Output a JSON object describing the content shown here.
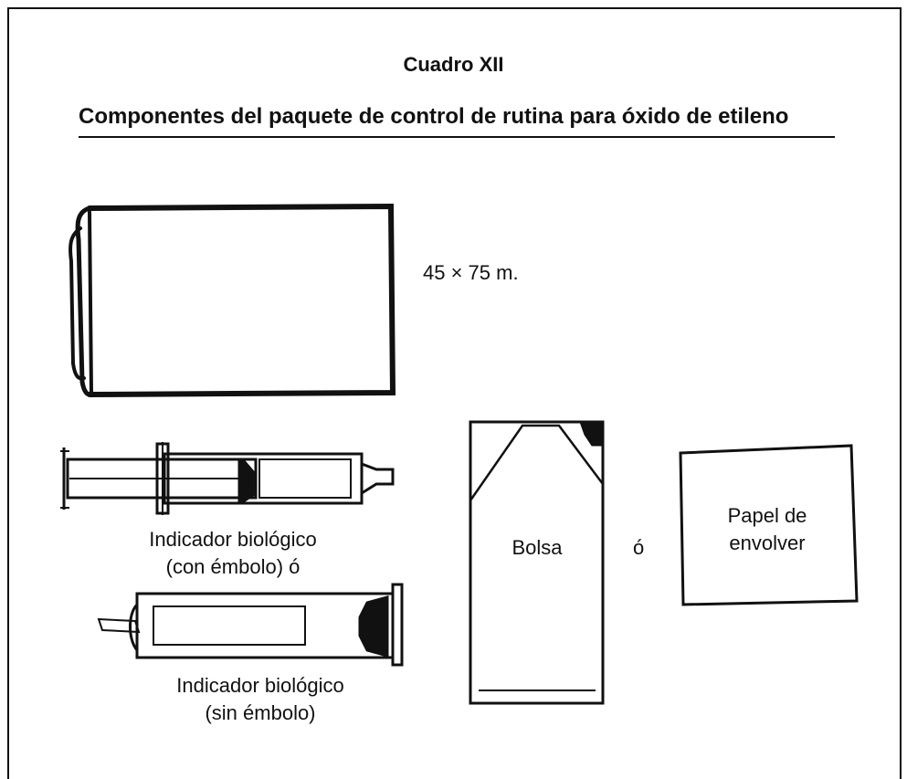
{
  "header": {
    "table_number": "Cuadro XII",
    "title": "Componentes del paquete de control de rutina para óxido de etileno"
  },
  "items": {
    "towel": {
      "dimension": "45 × 75 m."
    },
    "indicator_with_plunger": {
      "line1": "Indicador biológico",
      "line2": "(con émbolo) ó"
    },
    "indicator_without_plunger": {
      "line1": "Indicador biológico",
      "line2": "(sin émbolo)"
    },
    "bag": {
      "label": "Bolsa"
    },
    "or_word": "ó",
    "wrapping_paper": {
      "line1": "Papel de",
      "line2": "envolver"
    }
  }
}
